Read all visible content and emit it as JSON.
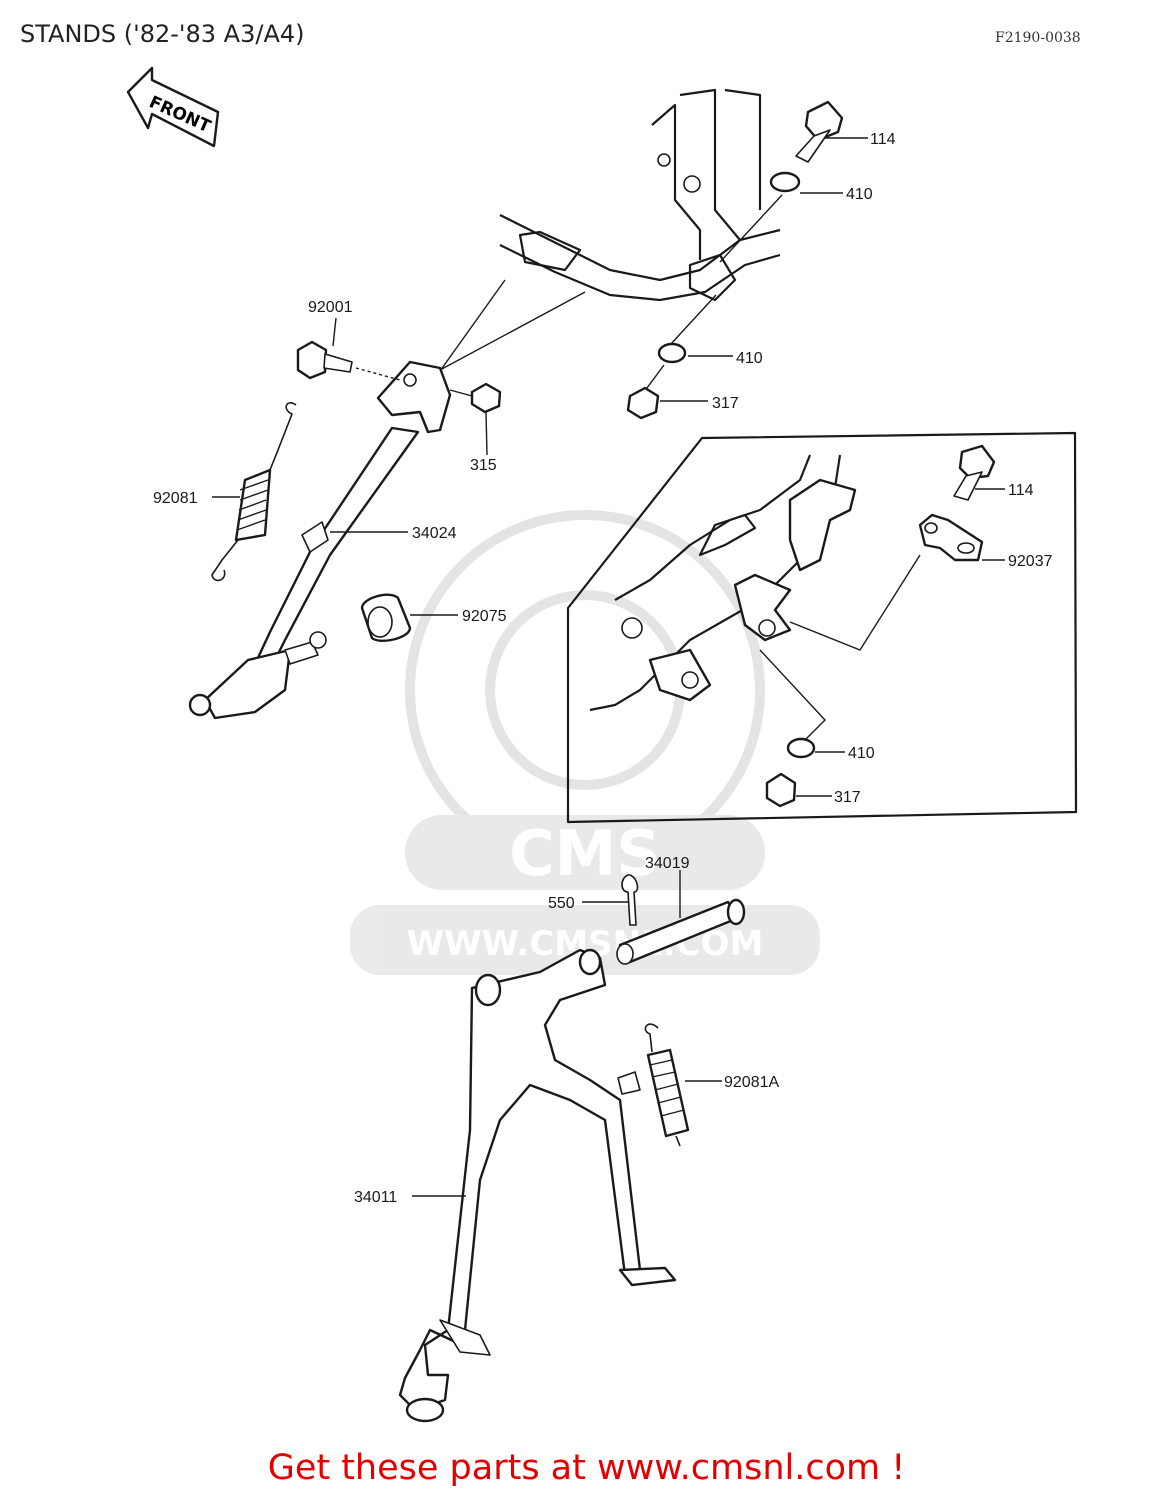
{
  "title": "STANDS ('82-'83 A3/A4)",
  "figure_code": "F2190-0038",
  "front_arrow_label": "FRONT",
  "watermark": {
    "logo_text": "CMS",
    "url_text": "WWW.CMSNL.COM"
  },
  "parts": [
    {
      "number": "114"
    },
    {
      "number": "410"
    },
    {
      "number": "92001"
    },
    {
      "number": "410"
    },
    {
      "number": "317"
    },
    {
      "number": "315"
    },
    {
      "number": "92081"
    },
    {
      "number": "34024"
    },
    {
      "number": "114"
    },
    {
      "number": "92037"
    },
    {
      "number": "92075"
    },
    {
      "number": "410"
    },
    {
      "number": "317"
    },
    {
      "number": "34019"
    },
    {
      "number": "550"
    },
    {
      "number": "92081A"
    },
    {
      "number": "34011"
    }
  ],
  "footer_link": "Get these parts at www.cmsnl.com !",
  "colors": {
    "footer": "#e30000",
    "line": "#1a1a1a",
    "watermark": "#d8d8d8"
  }
}
